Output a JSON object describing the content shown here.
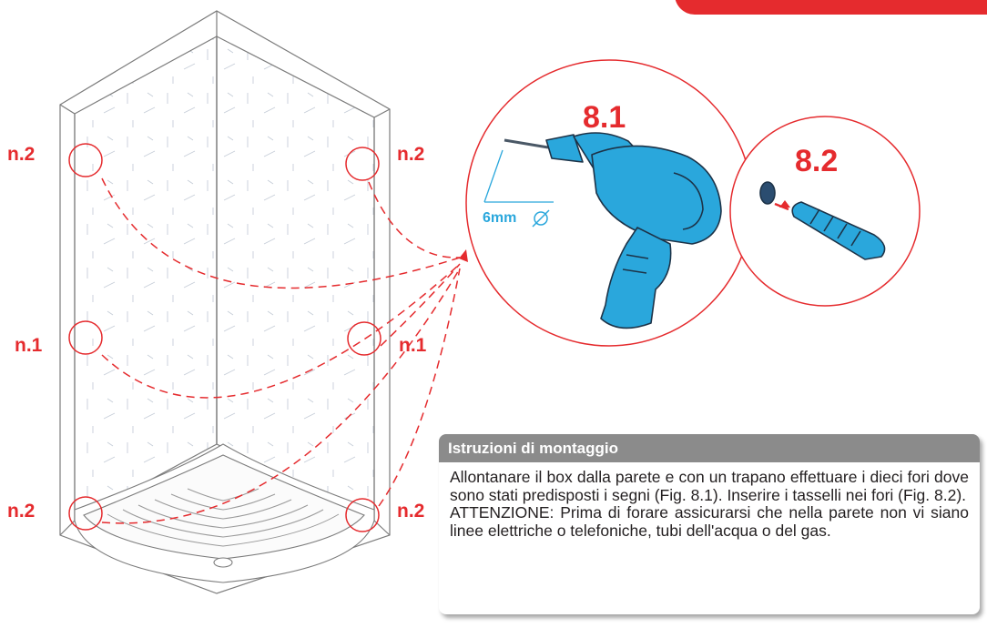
{
  "labels": {
    "left_top": "n.2",
    "right_top": "n.2",
    "left_mid": "n.1",
    "right_mid": "n.1",
    "left_bottom": "n.2",
    "right_bottom": "n.2"
  },
  "step1": {
    "label": "8.1",
    "dimension": "6mm"
  },
  "step2": {
    "label": "8.2"
  },
  "instructions": {
    "heading": "Istruzioni di montaggio",
    "paragraph1": "Allontanare il box dalla parete e con un trapano effettuare i dieci fori dove sono stati predisposti i segni (Fig. 8.1). Inserire i tasselli nei fori (Fig. 8.2).",
    "paragraph2": "ATTENZIONE: Prima di forare assicurarsi che nella parete non vi siano linee elettriche o telefoniche, tubi dell'acqua o del gas."
  },
  "colors": {
    "accent": "#e52b2e",
    "drill": "#2aa7dc",
    "panel_header": "#8b8b8b"
  },
  "icons": [
    "drill-icon",
    "wall-plug-icon",
    "diameter-icon"
  ]
}
